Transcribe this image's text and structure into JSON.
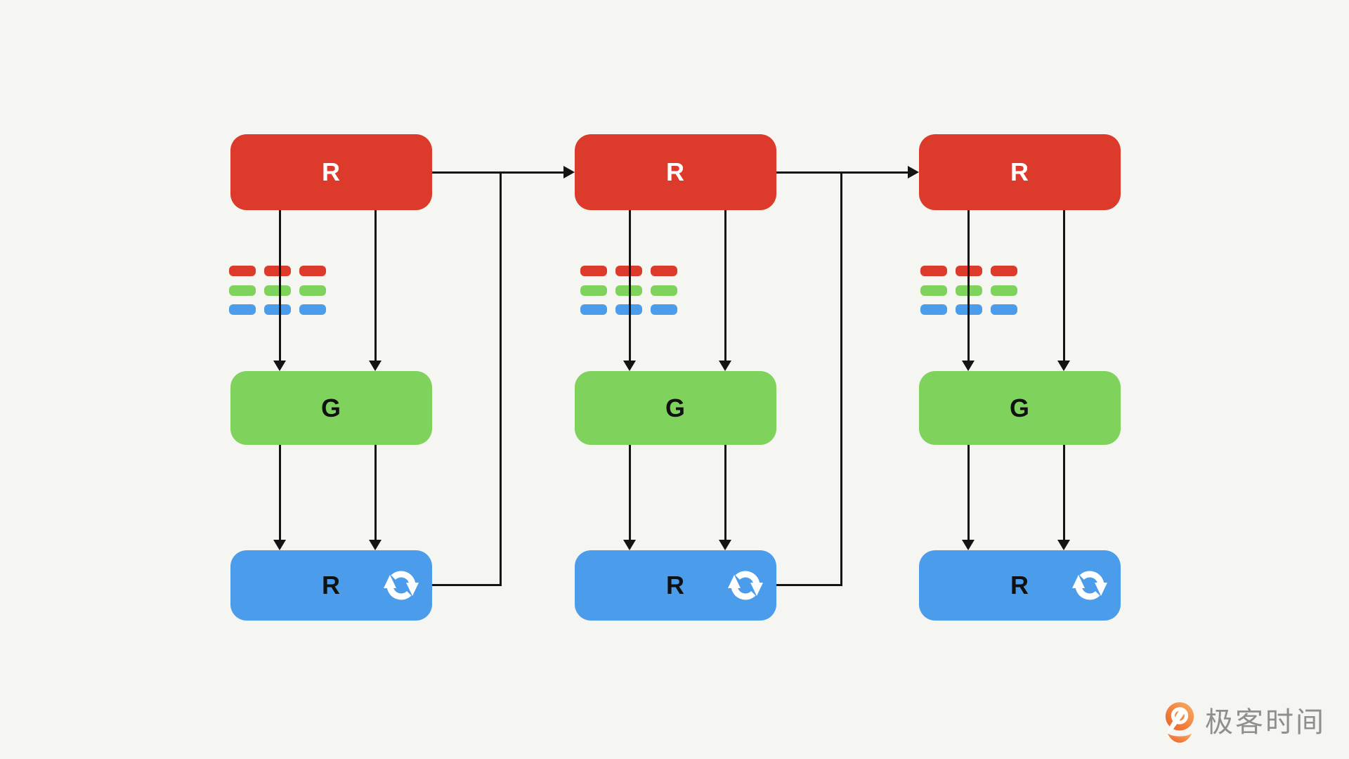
{
  "diagram": {
    "columns": [
      {
        "red_label": "R",
        "green_label": "G",
        "blue_label": "R",
        "blue_icon": "sync-icon"
      },
      {
        "red_label": "R",
        "green_label": "G",
        "blue_label": "R",
        "blue_icon": "sync-icon"
      },
      {
        "red_label": "R",
        "green_label": "G",
        "blue_label": "R",
        "blue_icon": "sync-icon"
      }
    ],
    "dash_cols": 3,
    "dash_rows": [
      "#DC3B2B",
      "#7FD35C",
      "#4B9DEC"
    ],
    "colors": {
      "bg": "#F5F5F2",
      "red": "#DC3B2B",
      "green": "#7FD35C",
      "blue": "#4B9DEC",
      "line": "#141414",
      "label_light": "#FFFFFF",
      "label_dark": "#111111",
      "logo_text": "#8F8F8F",
      "logo_orange_start": "#FAAE63",
      "logo_orange_end": "#E95F24"
    }
  },
  "logo": {
    "text": "极客时间"
  }
}
